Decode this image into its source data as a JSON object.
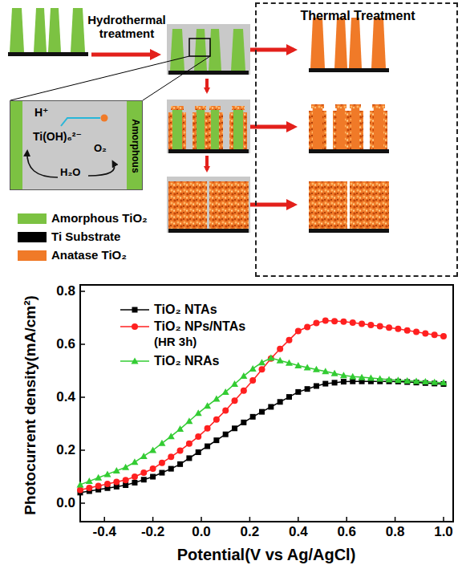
{
  "diagram": {
    "nodes": [
      {
        "text": [
          "Thermal Treatment"
        ]
      },
      {
        "text": [
          "H⁺",
          "Ti(OH)₆²⁻",
          "O₂",
          "H₂O",
          "Amorphous"
        ]
      }
    ],
    "labels": [
      "Hydrothermal treatment",
      "0.0",
      "0.2",
      "0.4",
      "0.6",
      "0.8",
      "-0.4",
      "-0.2",
      "0.0",
      "0.2",
      "0.4",
      "0.6",
      "0.8",
      "1.0",
      "Photocurrent density(mA/cm²)",
      "Potential(V vs Ag/AgCl)",
      "(HR 3h)"
    ],
    "legend": [
      {
        "text": "Amorphous TiO₂",
        "color": "#7cc242"
      },
      {
        "text": "Ti Substrate",
        "color": "#000000"
      },
      {
        "text": "Anatase TiO₂",
        "color": "#f07a28"
      },
      {
        "text": "TiO₂ NTAs"
      },
      {
        "text": "TiO₂ NPs/NTAs"
      },
      {
        "text": "TiO₂ NRAs"
      }
    ]
  }
}
